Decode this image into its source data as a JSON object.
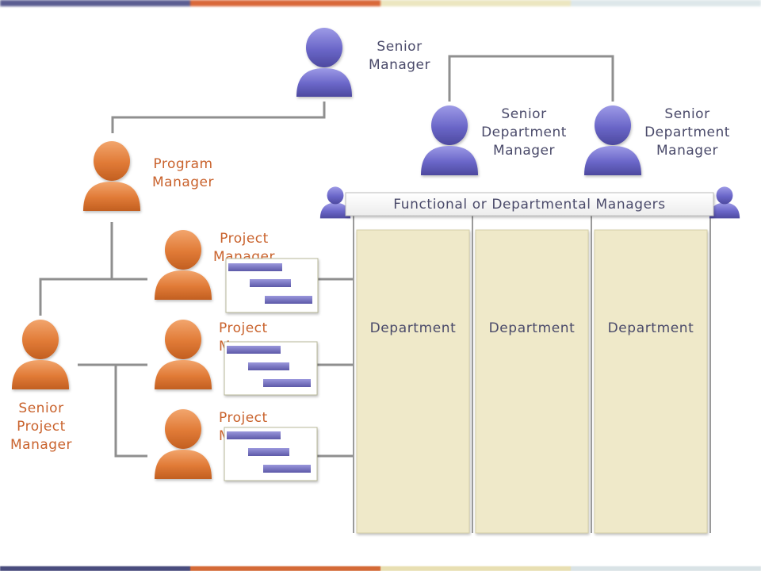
{
  "colors": {
    "blue_person": "#6a66c8",
    "orange_person": "#e07a36",
    "connector": "#8f8f8f",
    "department_fill": "#efe9c9",
    "gantt_bar": "#7470b8"
  },
  "top_bar_colors": [
    "#5b5d91",
    "#d9683a",
    "#ece6c0",
    "#dde7ea"
  ],
  "bottom_bar_colors": [
    "#4a4d7e",
    "#d46a37",
    "#e8dfb2",
    "#d9e3e6"
  ],
  "people": {
    "senior_manager": {
      "label": "Senior\nManager",
      "icon": "person-icon"
    },
    "senior_department_manager_left": {
      "label": "Senior\nDepartment\nManager",
      "icon": "person-icon"
    },
    "senior_department_manager_right": {
      "label": "Senior\nDepartment\nManager",
      "icon": "person-icon"
    },
    "program_manager": {
      "label": "Program\nManager",
      "icon": "person-icon"
    },
    "project_manager_1": {
      "label": "Project\nManager",
      "icon": "person-icon"
    },
    "project_manager_2": {
      "label": "Project\nM",
      "icon": "person-icon"
    },
    "project_manager_3": {
      "label": "Project\nM",
      "icon": "person-icon"
    },
    "senior_project_manager": {
      "label": "Senior\nProject\nManager",
      "icon": "person-icon"
    }
  },
  "functional_banner": {
    "label": "Functional or Departmental Managers"
  },
  "departments": [
    {
      "label": "Department"
    },
    {
      "label": "Department"
    },
    {
      "label": "Department"
    }
  ]
}
